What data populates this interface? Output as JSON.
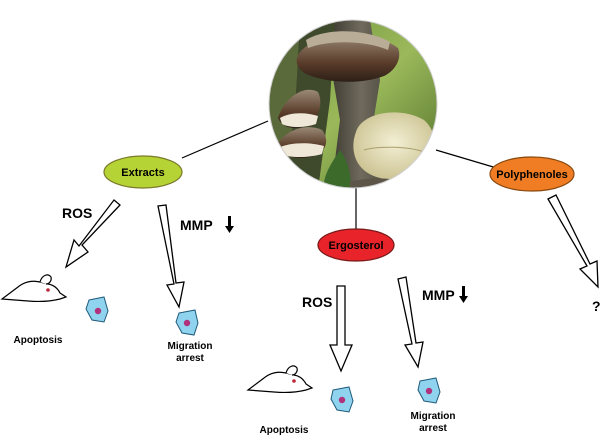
{
  "nodes": {
    "extracts": {
      "label": "Extracts",
      "fill": "#b5d334"
    },
    "ergosterol": {
      "label": "Ergosterol",
      "fill": "#e8232a"
    },
    "polyphenoles": {
      "label": "Polyphenoles",
      "fill": "#f07d24"
    }
  },
  "edges": {
    "ros_left": "ROS",
    "mmp_left": "MMP",
    "ros_center": "ROS",
    "mmp_center": "MMP",
    "unknown": "?"
  },
  "outcomes": {
    "apoptosis_left": "Apoptosis",
    "migration_left": [
      "Migration",
      "arrest"
    ],
    "apoptosis_center": "Apoptosis",
    "migration_center": [
      "Migration",
      "arrest"
    ]
  },
  "colors": {
    "cell_fill": "#8fd3ef",
    "nucleus": "#b0327d",
    "arrow_fill": "#ffffff",
    "line": "#000000"
  }
}
